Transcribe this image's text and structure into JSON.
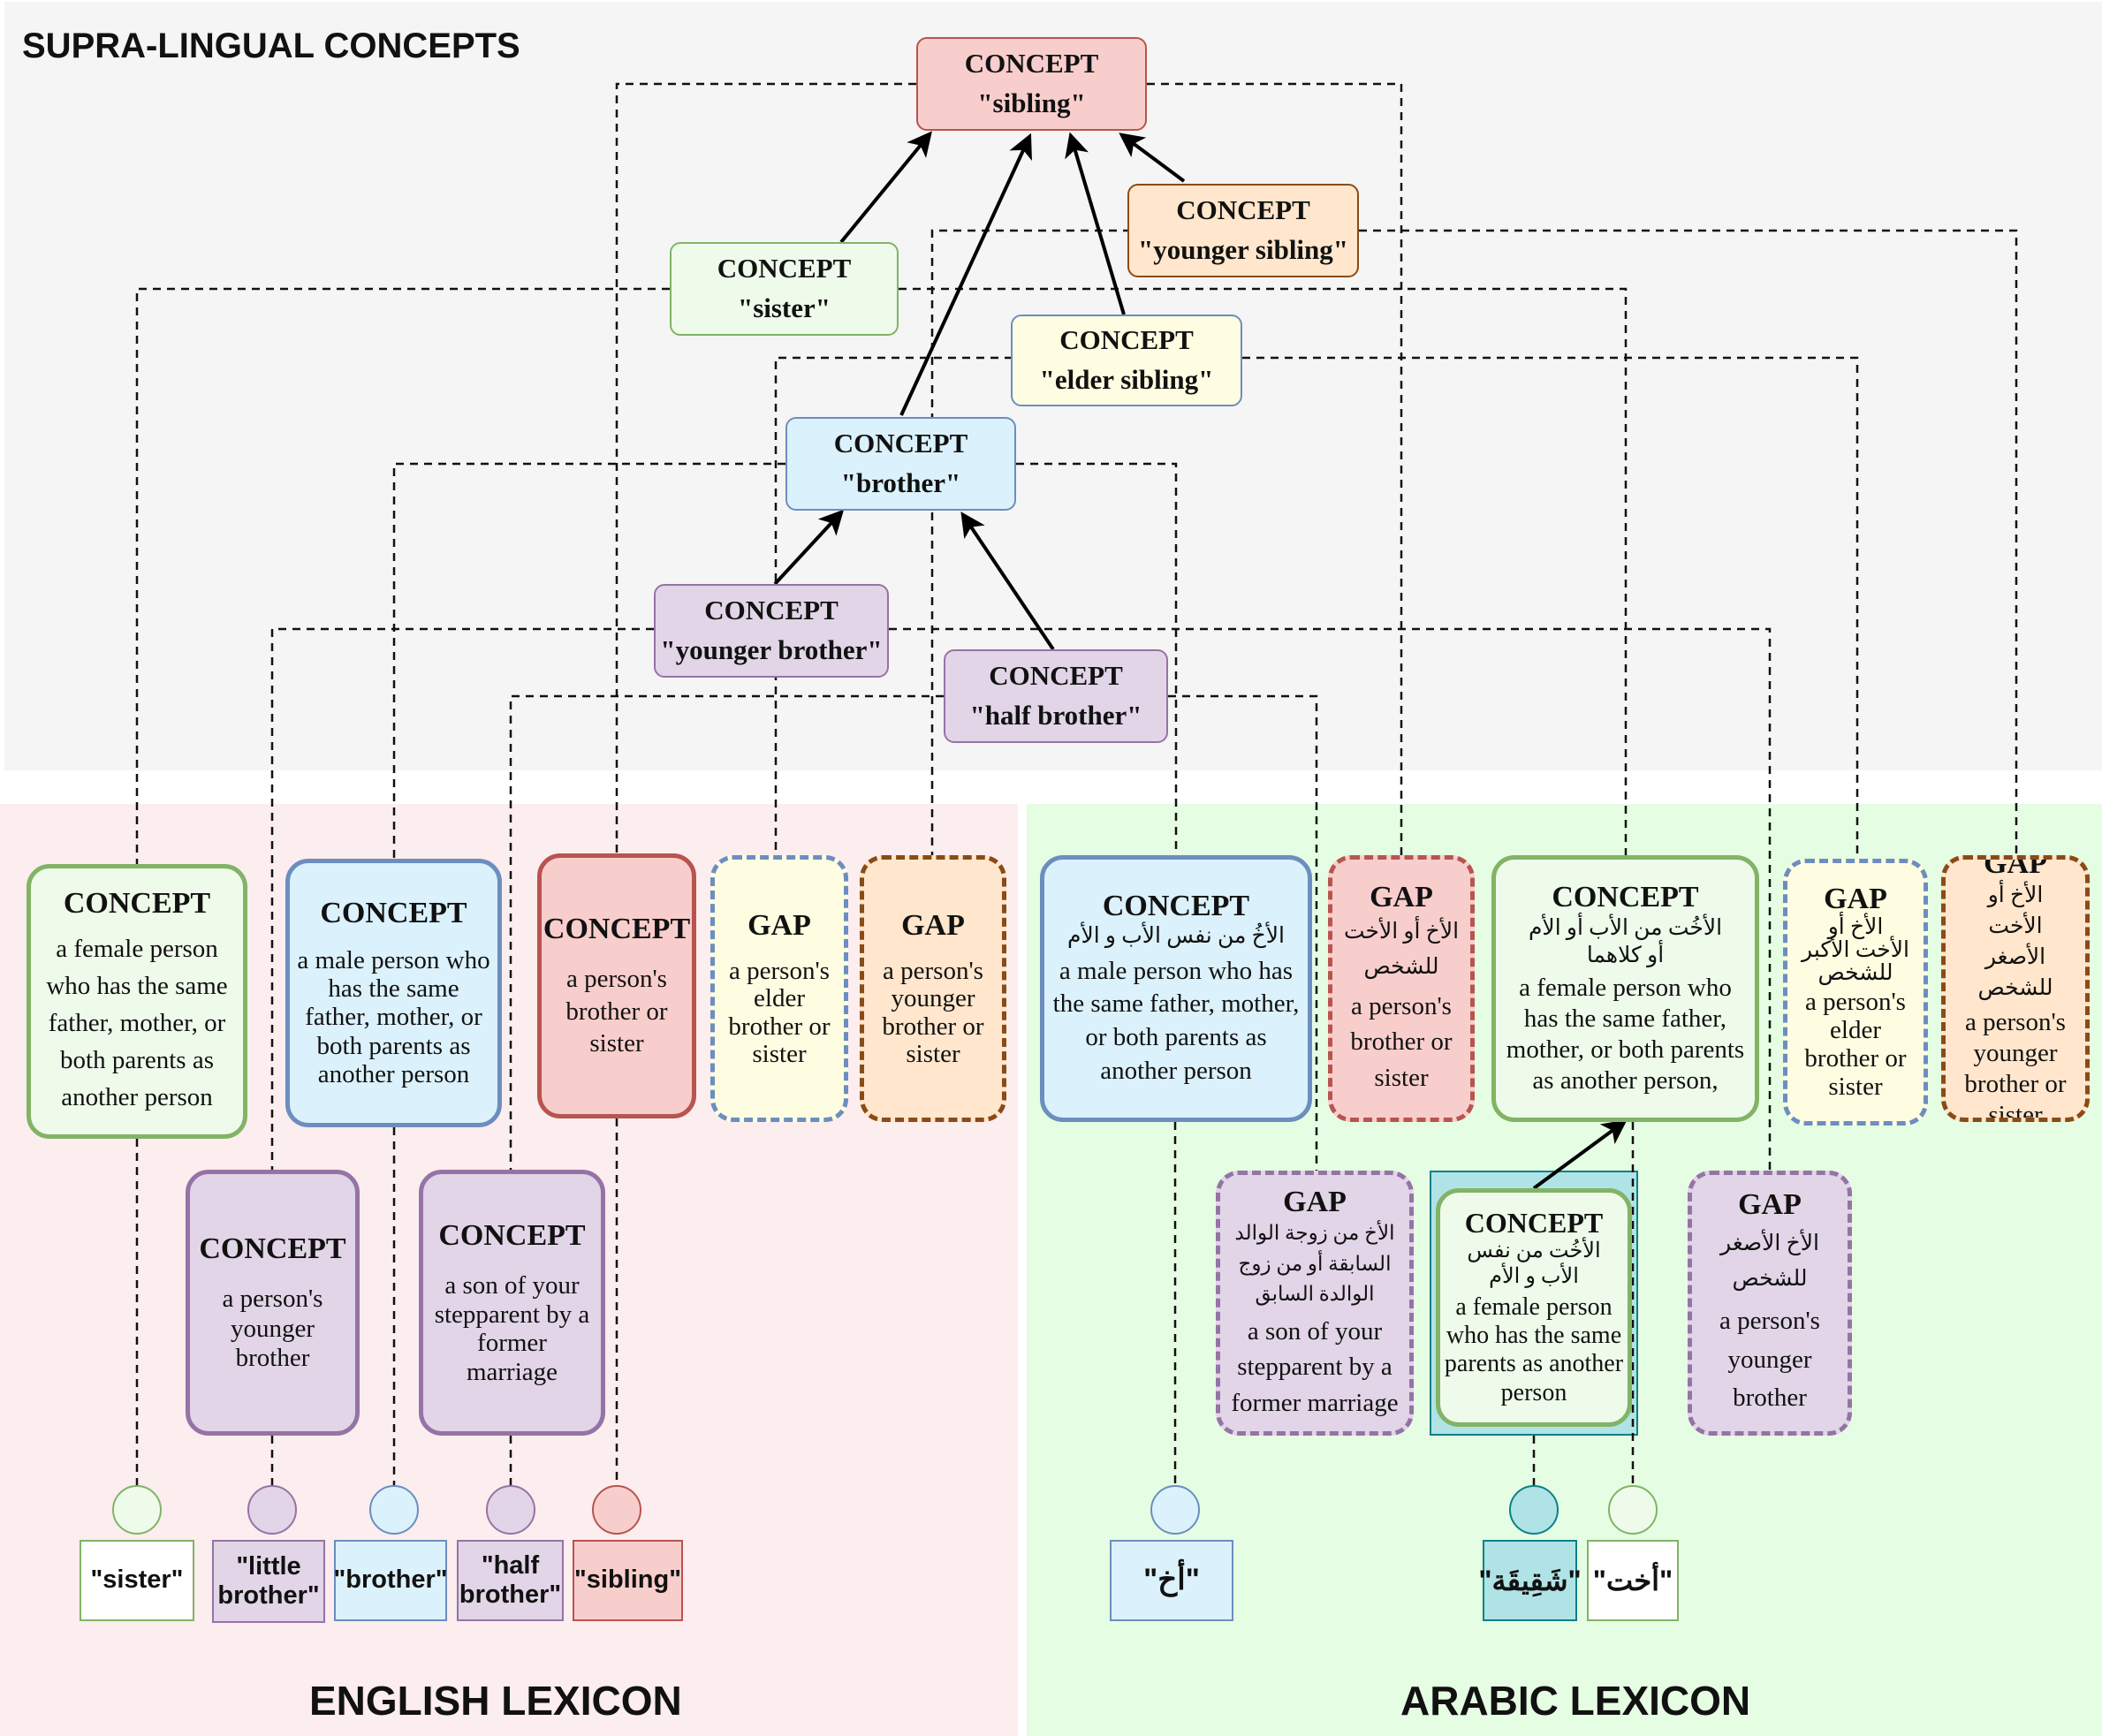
{
  "regions": {
    "supra": "SUPRA-LINGUAL CONCEPTS",
    "english": "ENGLISH LEXICON",
    "arabic": "ARABIC LEXICON"
  },
  "supra_concepts": {
    "sibling": {
      "head": "CONCEPT",
      "name": "\"sibling\""
    },
    "younger_sibling": {
      "head": "CONCEPT",
      "name": "\"younger sibling\""
    },
    "sister": {
      "head": "CONCEPT",
      "name": "\"sister\""
    },
    "elder_sibling": {
      "head": "CONCEPT",
      "name": "\"elder sibling\""
    },
    "brother": {
      "head": "CONCEPT",
      "name": "\"brother\""
    },
    "younger_brother": {
      "head": "CONCEPT",
      "name": "\"younger brother\""
    },
    "half_brother": {
      "head": "CONCEPT",
      "name": "\"half brother\""
    }
  },
  "english_nodes": {
    "sister": {
      "head": "CONCEPT",
      "def": "a female person who has the same father, mother, or both parents as another person"
    },
    "brother": {
      "head": "CONCEPT",
      "def": "a male person who has the same father, mother, or both parents as another person"
    },
    "sibling": {
      "head": "CONCEPT",
      "def": "a person's brother or sister"
    },
    "elder_gap": {
      "head": "GAP",
      "def": "a person's elder brother or sister"
    },
    "younger_gap": {
      "head": "GAP",
      "def": "a person's younger brother or sister"
    },
    "younger_brother": {
      "head": "CONCEPT",
      "def": "a person's younger brother"
    },
    "half_brother": {
      "head": "CONCEPT",
      "def": "a son of your stepparent by a former marriage"
    }
  },
  "english_words": {
    "sister": "\"sister\"",
    "little_brother": "\"little brother\"",
    "brother": "\"brother\"",
    "half_brother": "\"half brother\"",
    "sibling": "\"sibling\""
  },
  "arabic_nodes": {
    "brother": {
      "head": "CONCEPT",
      "ar": "الأخُ من نفس الأب و الأم",
      "def": "a male person who has the same father, mother, or both parents as another person"
    },
    "sibling_gap": {
      "head": "GAP",
      "ar": "الأخ أو الأخت للشخص",
      "def": "a person's brother or sister"
    },
    "sister": {
      "head": "CONCEPT",
      "ar": "الأخُت من الأب أو الأم أو كلاهما",
      "def": "a female person who has the same father, mother, or both parents as another person,"
    },
    "elder_gap": {
      "head": "GAP",
      "ar": "الأخ أو الأخت الأكبر للشخص",
      "def": "a person's elder brother or sister"
    },
    "younger_gap": {
      "head": "GAP",
      "ar": "الأخ أو الأخت الأصغر للشخص",
      "def": "a person's younger brother or sister"
    },
    "half_brother_gap": {
      "head": "GAP",
      "ar": "الأخ من زوجة الوالد السابقة أو من زوج الوالدة السابق",
      "def": "a son of your stepparent by a former marriage"
    },
    "full_sister": {
      "head": "CONCEPT",
      "ar": "الأخُت من نفس الأب و الأم",
      "def": "a female person who has the same parents as another person"
    },
    "younger_brother_gap": {
      "head": "GAP",
      "ar": "الأخ الأصغر للشخص",
      "def": "a person's younger brother"
    }
  },
  "arabic_words": {
    "akh": "\"أخ\"",
    "shaqiqa": "\"شَقِيقَة\"",
    "ukht": "\"أخت\""
  },
  "colors": {
    "red": "#f8cecc",
    "green": "#d5e8d4",
    "blue": "#dae8fc",
    "yellow": "#fff2cc",
    "orange": "#ffe6cc",
    "purple": "#e1d5e7",
    "teal": "#b0e3e6"
  }
}
